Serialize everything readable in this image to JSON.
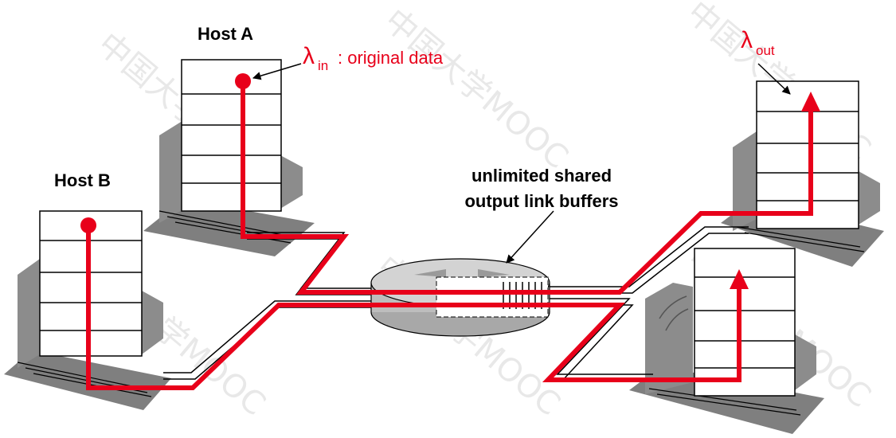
{
  "labels": {
    "host_a": "Host A",
    "host_b": "Host B",
    "lambda_in_symbol": "λ",
    "lambda_in_sub": "in",
    "lambda_in_desc": ": original data",
    "lambda_out_symbol": "λ",
    "lambda_out_sub": "out",
    "router_line1": "unlimited shared",
    "router_line2": "output link buffers"
  },
  "watermark": "中国大学MOOC",
  "colors": {
    "flow": "#e8001a",
    "shadow": "#8c8c8c",
    "link": "#000000"
  },
  "icons": {
    "host": "server-stack-icon",
    "router": "router-disk-icon"
  }
}
